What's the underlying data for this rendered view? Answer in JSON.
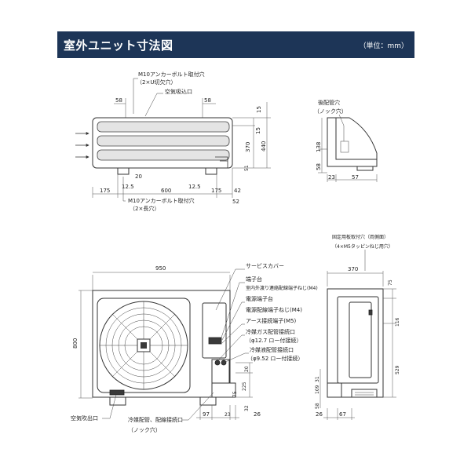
{
  "header": {
    "title": "室外ユニット寸法図",
    "unit": "（単位：mm）"
  },
  "top_view": {
    "anchor_notch": "M10アンカーボルト取付穴",
    "anchor_notch_sub": "（2×U切欠穴）",
    "air_inlet": "空気吸込口",
    "anchor_long": "M10アンカーボルト取付穴",
    "anchor_long_sub": "（2×長穴）",
    "d58_left": "58",
    "d58_right": "58",
    "d20": "20",
    "d12_5_left": "12.5",
    "d12_5_right": "12.5",
    "d175_left": "175",
    "d600": "600",
    "d175_right": "175",
    "d42": "42",
    "d52": "52",
    "d15": "15",
    "d370": "370",
    "d15b": "15",
    "d440": "440",
    "d51": "51"
  },
  "side_view_top": {
    "pipe_hole": "後配管穴",
    "pipe_hole_sub": "（ノック穴）",
    "d138": "138",
    "d58": "58",
    "d23": "23",
    "d57": "57"
  },
  "front_view": {
    "d950": "950",
    "d800": "800",
    "service_cover": "サービスカバー",
    "terminal": "端子台",
    "terminal_sub": "室内外渡り連絡配線端子ねじ(M4)",
    "power_terminal": "電源端子台",
    "power_screw": "電源配線端子ねじ(M4)",
    "ground": "アース接続端子(M5)",
    "gas_port": "冷媒ガス配管接続口",
    "gas_port_sub": "（φ12.7 ロー付接続）",
    "liquid_port": "冷媒液配管接続口",
    "liquid_port_sub": "（φ9.52 ロー付接続）",
    "air_outlet": "空気吹出口",
    "piping_port": "冷媒配管、配線接続口",
    "piping_port_sub": "（ノック穴）",
    "d20": "20",
    "d225": "225",
    "d75": "75",
    "d32": "32",
    "d97": "97",
    "d23": "23",
    "d26": "26"
  },
  "side_view": {
    "d370": "370",
    "fix_hole": "固定用板取付穴（両側面）",
    "fix_hole_sub": "（4×M5タッピンねじ用穴）",
    "d75": "75",
    "d116": "116",
    "d529": "529",
    "d31": "31",
    "d109": "109",
    "d58": "58",
    "d26": "26",
    "d67": "67"
  }
}
